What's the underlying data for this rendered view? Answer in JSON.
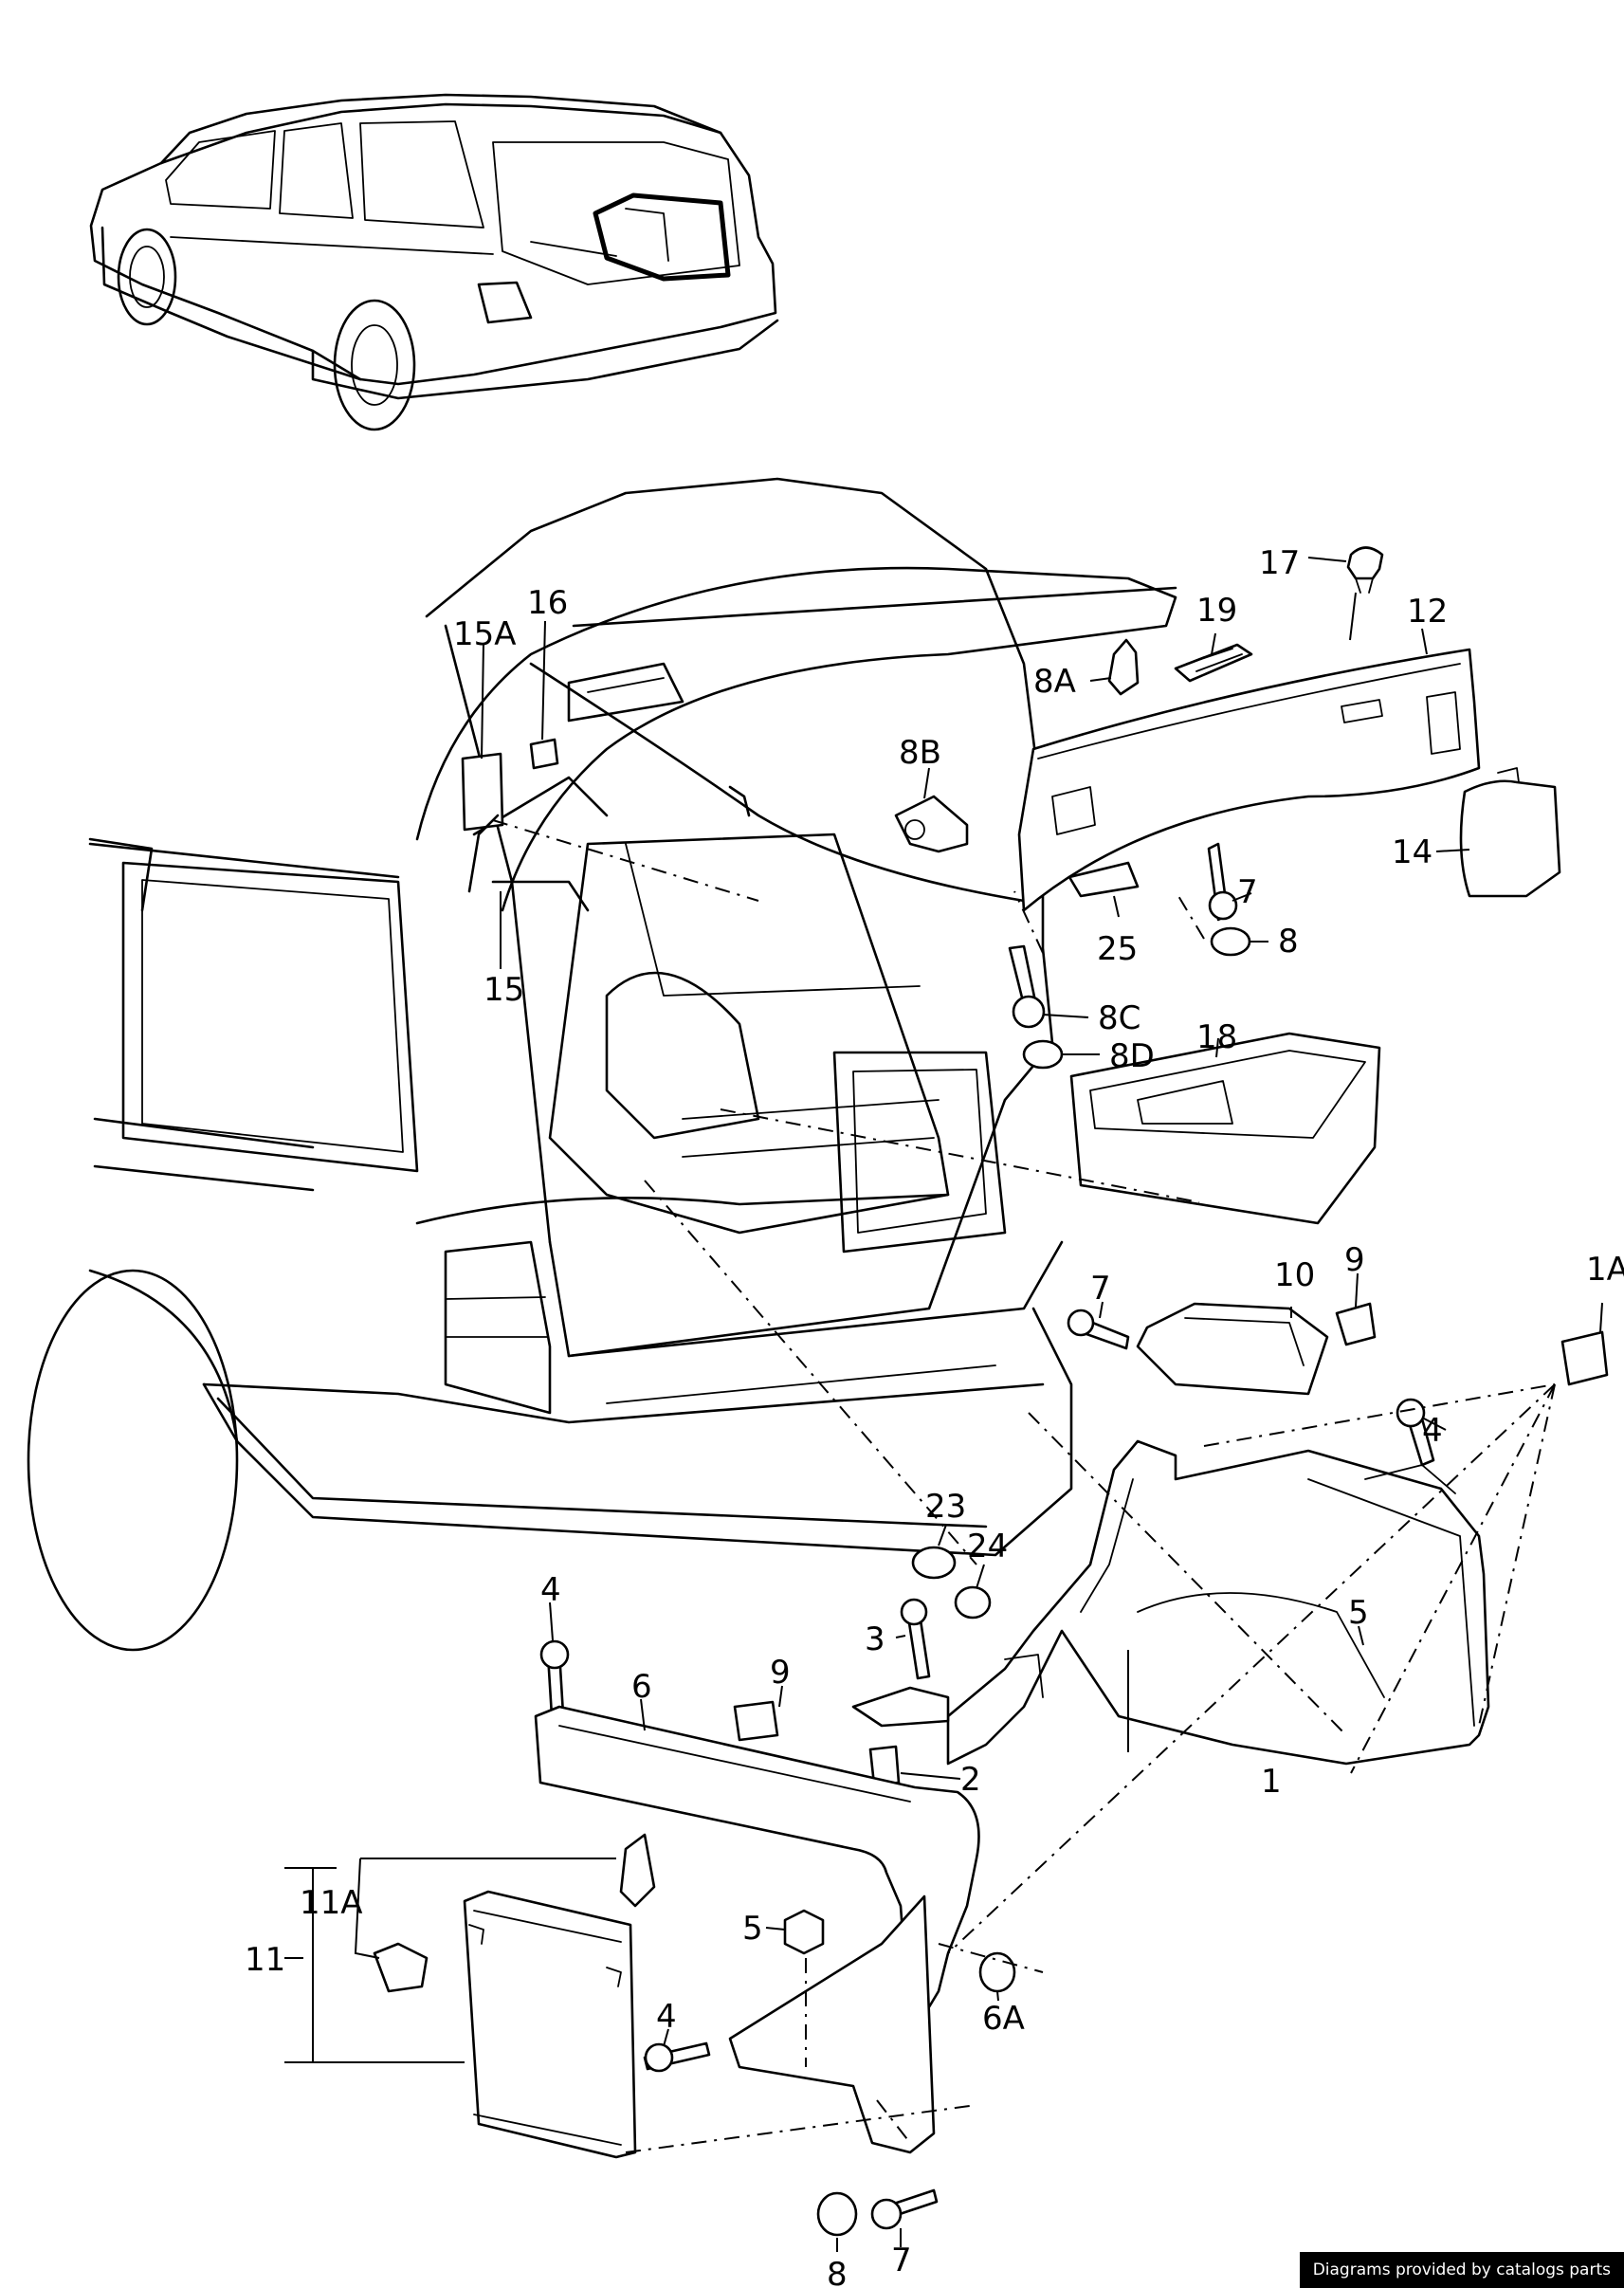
{
  "credit": "Diagrams provided by catalogs parts",
  "labels": [
    "1",
    "1A",
    "2",
    "3",
    "4",
    "5",
    "6",
    "6A",
    "7",
    "8",
    "8A",
    "8B",
    "8C",
    "8D",
    "9",
    "10",
    "11",
    "11A",
    "12",
    "14",
    "15",
    "15A",
    "16",
    "17",
    "18",
    "19",
    "23",
    "24",
    "25"
  ]
}
